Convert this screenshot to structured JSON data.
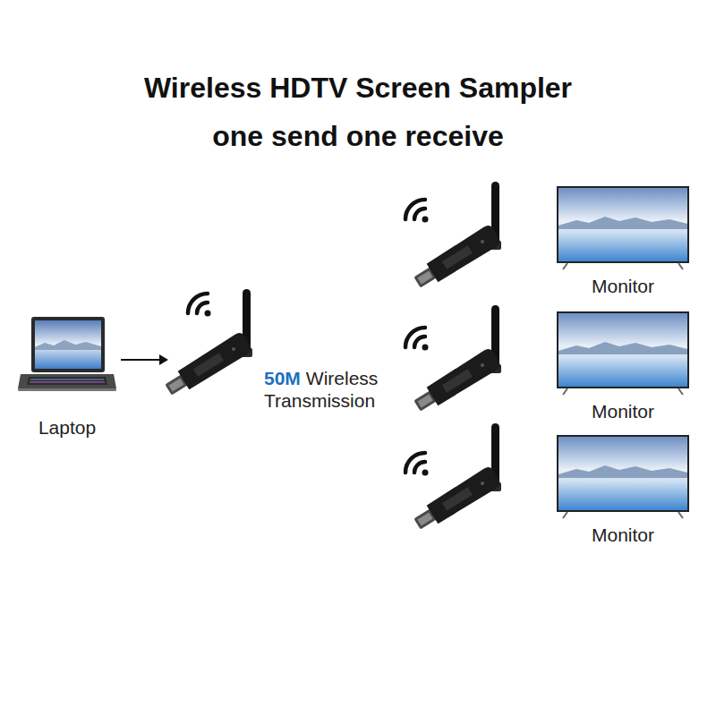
{
  "diagram": {
    "title": "Wireless HDTV Screen Sampler",
    "nodes": [
      {
        "text": [
          "Laptop"
        ]
      },
      {
        "text": [
          "Monitor"
        ]
      },
      {
        "text": [
          "Monitor"
        ]
      },
      {
        "text": [
          "Monitor"
        ]
      }
    ],
    "labels": [
      "one send one receive",
      "50M",
      "Wireless Transmission"
    ]
  }
}
